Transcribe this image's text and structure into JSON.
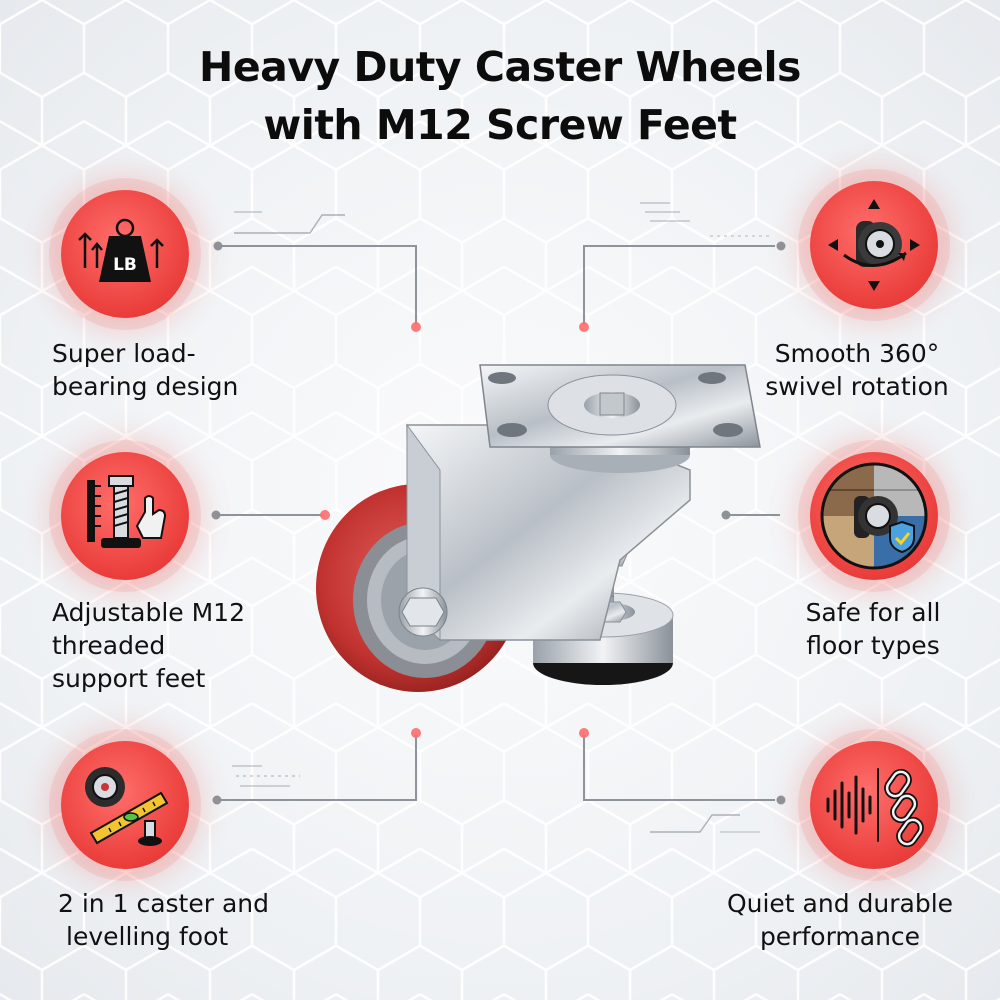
{
  "title": {
    "line1": "Heavy Duty Caster Wheels",
    "line2": "with M12 Screw Feet"
  },
  "badge_icon_text": "LB",
  "features": [
    {
      "line1": "Super load-",
      "line2": "bearing design",
      "icon": "weight-lift-icon"
    },
    {
      "line1": "Smooth 360°",
      "line2": "swivel rotation",
      "icon": "swivel-rotation-icon"
    },
    {
      "line1": "Adjustable M12",
      "line2": "threaded",
      "line3": "support feet",
      "icon": "threaded-screw-adjust-icon"
    },
    {
      "line1": "Safe for all",
      "line2": "floor types",
      "icon": "floor-types-shield-icon"
    },
    {
      "line1": "2 in 1 caster and",
      "line2": "levelling foot",
      "icon": "caster-level-foot-icon"
    },
    {
      "line1": "Quiet and durable",
      "line2": "performance",
      "icon": "sound-wave-chain-icon"
    }
  ],
  "colors": {
    "accent_red": "#ea3e3b",
    "wheel_red": "#c93434",
    "connector_gray": "#8e939a",
    "text": "#111111"
  }
}
